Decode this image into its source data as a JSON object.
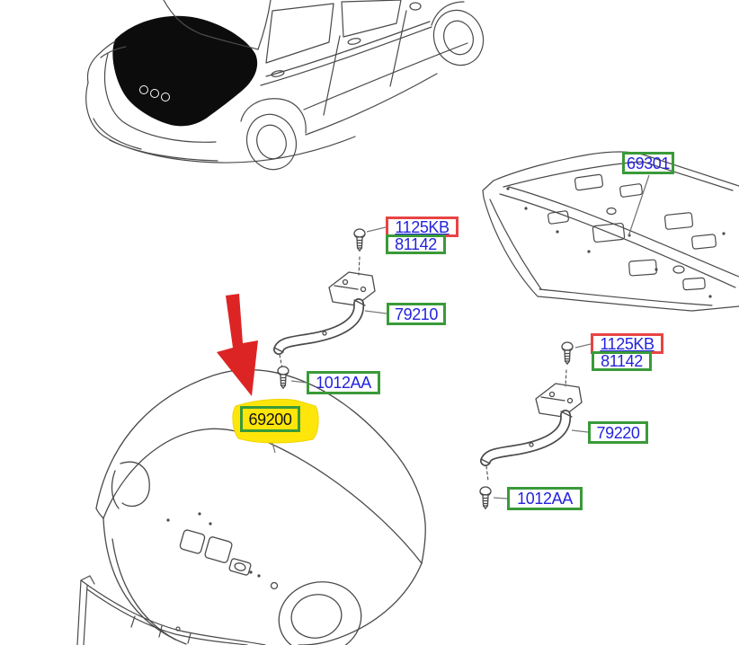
{
  "colors": {
    "label_text_blue": "#2323dd",
    "selected_text_black": "#131313",
    "green_box_border": "#3a9a3a",
    "red_box_border": "#e84444",
    "highlight_yellow": "#ffe60a",
    "arrow_red": "#dd2424",
    "line_art_gray": "#4a4a4a"
  },
  "icons": {
    "pointer_arrow": "red-arrow-pointing-to-selected-part",
    "highlight_marker": "yellow-marker-highlight",
    "bolt": "screw-bolt-fastener"
  },
  "illustrations": [
    "car-rear-three-quarter-view-with-trunk-shaded",
    "package-tray-panel",
    "trunk-lid-panel",
    "trunk-hinge-left",
    "trunk-hinge-right",
    "partial-panel-bottom-left"
  ],
  "parts": [
    {
      "number": "69301",
      "box": "green",
      "area": "package-tray"
    },
    {
      "number": "1125KB",
      "box": "red",
      "underlined": true,
      "area": "left-hinge-bolt-upper"
    },
    {
      "number": "81142",
      "box": "green",
      "area": "left-hinge-bolt-upper"
    },
    {
      "number": "79210",
      "box": "green",
      "area": "left-hinge"
    },
    {
      "number": "1012AA",
      "box": "green",
      "area": "left-hinge-bolt-lower"
    },
    {
      "number": "69200",
      "box": "green",
      "highlighted": true,
      "selected": true,
      "area": "trunk-lid"
    },
    {
      "number": "1125KB",
      "box": "red",
      "underlined": true,
      "area": "right-hinge-bolt-upper"
    },
    {
      "number": "81142",
      "box": "green",
      "area": "right-hinge-bolt-upper"
    },
    {
      "number": "79220",
      "box": "green",
      "area": "right-hinge"
    },
    {
      "number": "1012AA",
      "box": "green",
      "area": "right-hinge-bolt-lower"
    }
  ]
}
